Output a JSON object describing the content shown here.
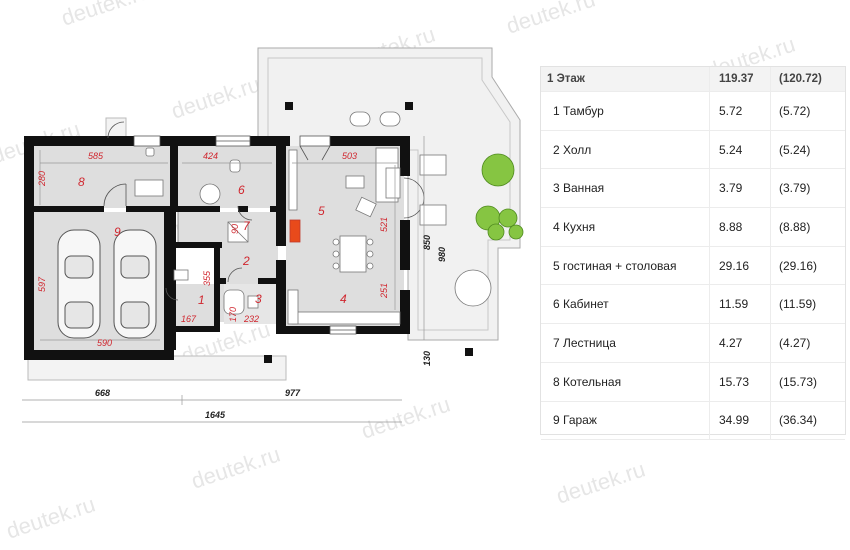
{
  "watermark": "deutek.ru",
  "plan": {
    "dimensions": {
      "d585": "585",
      "d424": "424",
      "d503": "503",
      "d280": "280",
      "d597": "597",
      "d590": "590",
      "d355": "355",
      "d170": "170",
      "d167": "167",
      "d232": "232",
      "d90": "90",
      "d521": "521",
      "d251": "251",
      "d850": "850",
      "d980": "980",
      "d130": "130",
      "d668": "668",
      "d977": "977",
      "d1645": "1645"
    },
    "room_numbers": {
      "r1": "1",
      "r2": "2",
      "r3": "3",
      "r4": "4",
      "r5": "5",
      "r6": "6",
      "r7": "7",
      "r8": "8",
      "r9": "9"
    }
  },
  "table": {
    "header": {
      "name": "1 Этаж",
      "area": "119.37",
      "total": "(120.72)"
    },
    "rows": [
      {
        "name": "1 Тамбур",
        "area": "5.72",
        "total": "(5.72)"
      },
      {
        "name": "2 Холл",
        "area": "5.24",
        "total": "(5.24)"
      },
      {
        "name": "3 Ванная",
        "area": "3.79",
        "total": "(3.79)"
      },
      {
        "name": "4 Кухня",
        "area": "8.88",
        "total": "(8.88)"
      },
      {
        "name": "5 гостиная + столовая",
        "area": "29.16",
        "total": "(29.16)"
      },
      {
        "name": "6 Кабинет",
        "area": "11.59",
        "total": "(11.59)"
      },
      {
        "name": "7 Лестница",
        "area": "4.27",
        "total": "(4.27)"
      },
      {
        "name": "8 Котельная",
        "area": "15.73",
        "total": "(15.73)"
      },
      {
        "name": "9 Гараж",
        "area": "34.99",
        "total": "(36.34)"
      }
    ]
  },
  "colors": {
    "wall": "#111111",
    "floor": "#dedede",
    "terrace": "#f1f1f1",
    "dim_red": "#d0262e",
    "dim_black": "#222222"
  }
}
